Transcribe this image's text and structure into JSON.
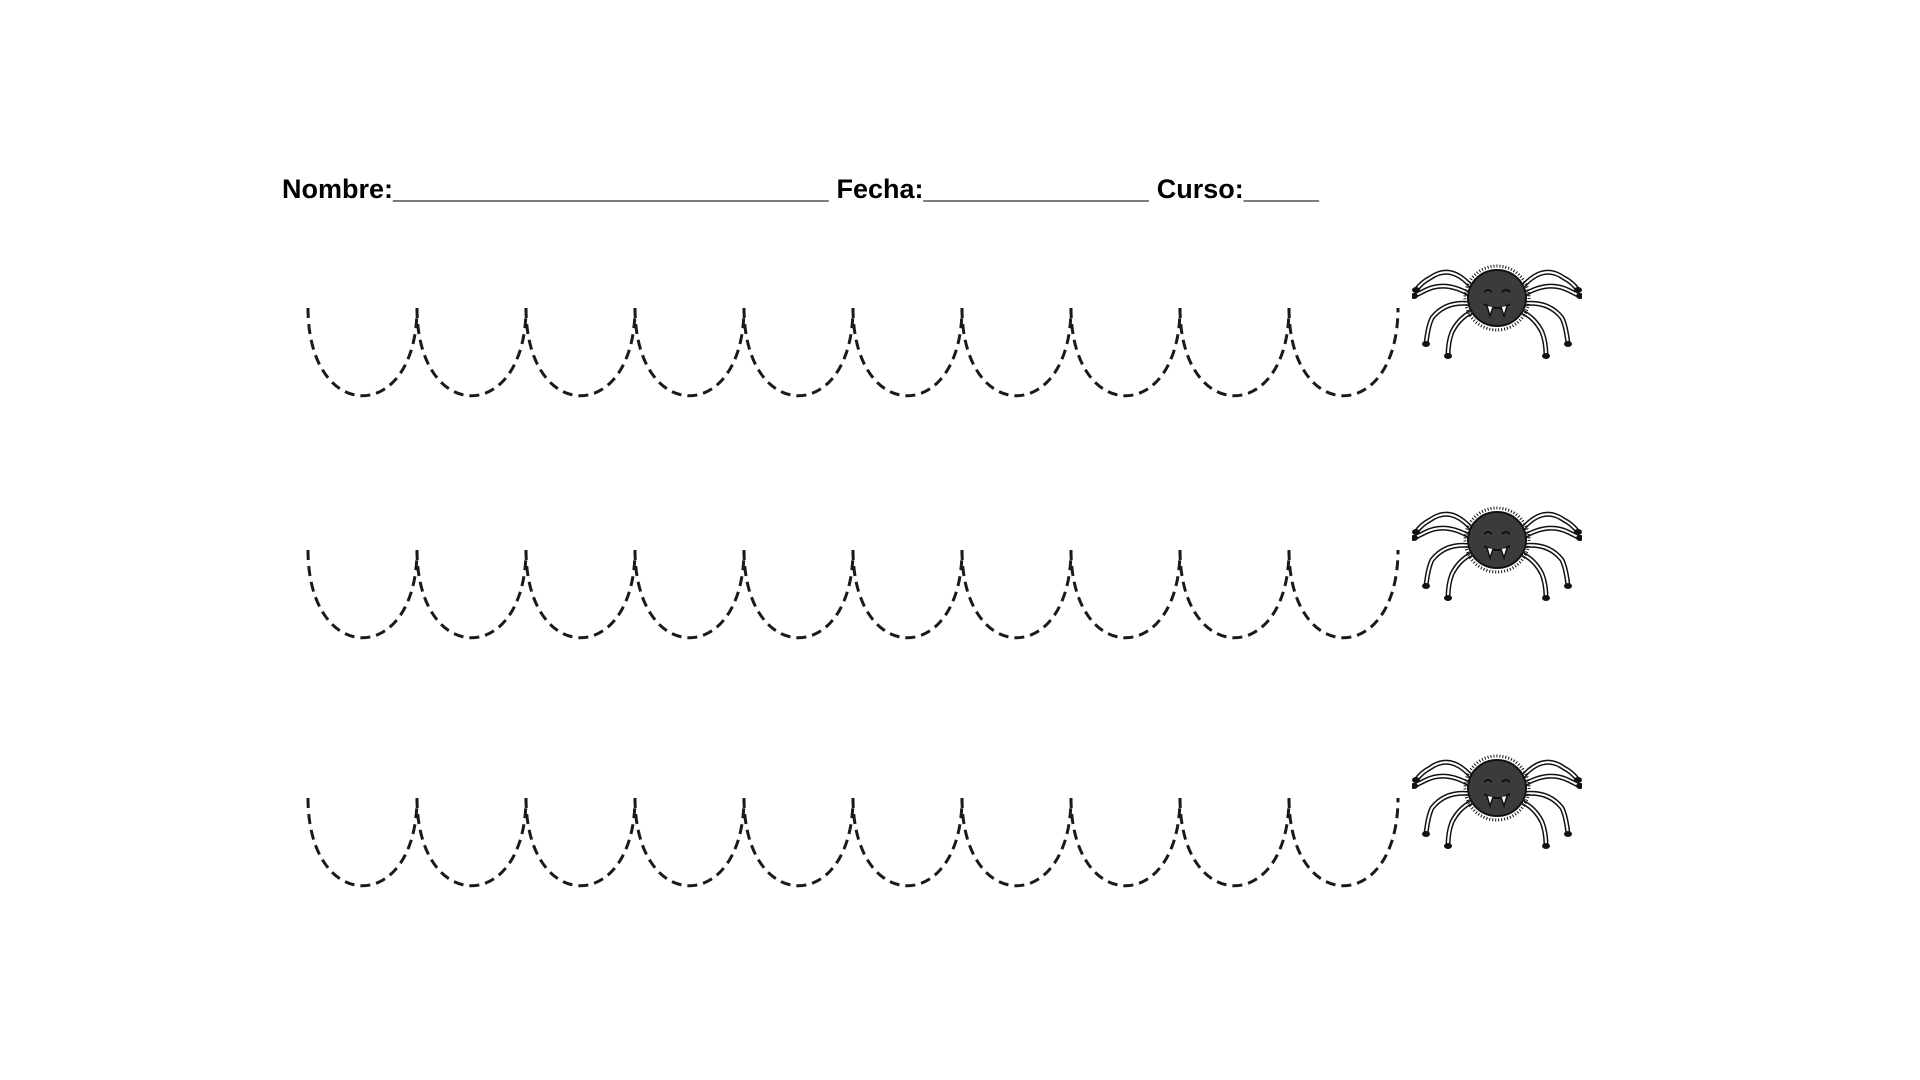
{
  "worksheet": {
    "header": {
      "name_label": "Nombre:",
      "name_blank": "_____________________________",
      "date_label": "Fecha:",
      "date_blank": "_______________",
      "course_label": "Curso:",
      "course_blank": "_____"
    },
    "rows": [
      {
        "arches": 10,
        "decoration": "spider-icon"
      },
      {
        "arches": 10,
        "decoration": "spider-icon"
      },
      {
        "arches": 10,
        "decoration": "spider-icon"
      }
    ],
    "colors": {
      "ink": "#1a1a1a",
      "spider_body": "#3b3b3b",
      "spider_outline": "#111111",
      "fang": "#ffffff"
    }
  }
}
